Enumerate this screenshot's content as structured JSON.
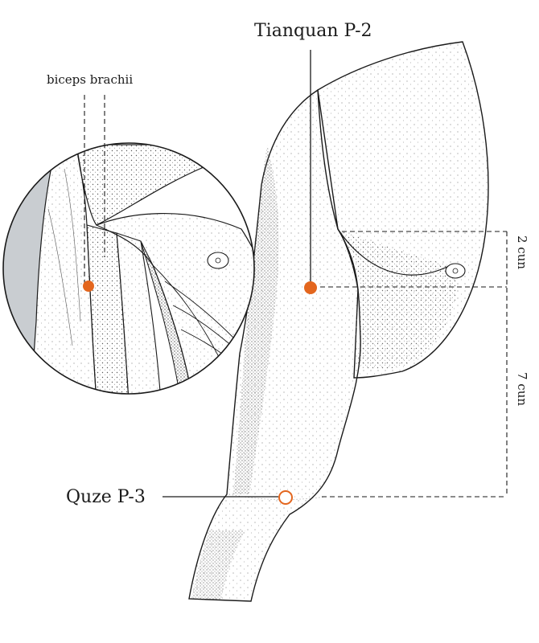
{
  "labels": {
    "tianquan": "Tianquan P-2",
    "biceps": "biceps brachii",
    "quze": "Quze P-3",
    "two_cun": "2 cun",
    "seven_cun": "7 cun"
  },
  "colors": {
    "point_fill": "#e3661e",
    "line": "#1a1a1a",
    "skin_stipple": "#6b6b6b",
    "inset_shade": "#c9cdd1"
  }
}
